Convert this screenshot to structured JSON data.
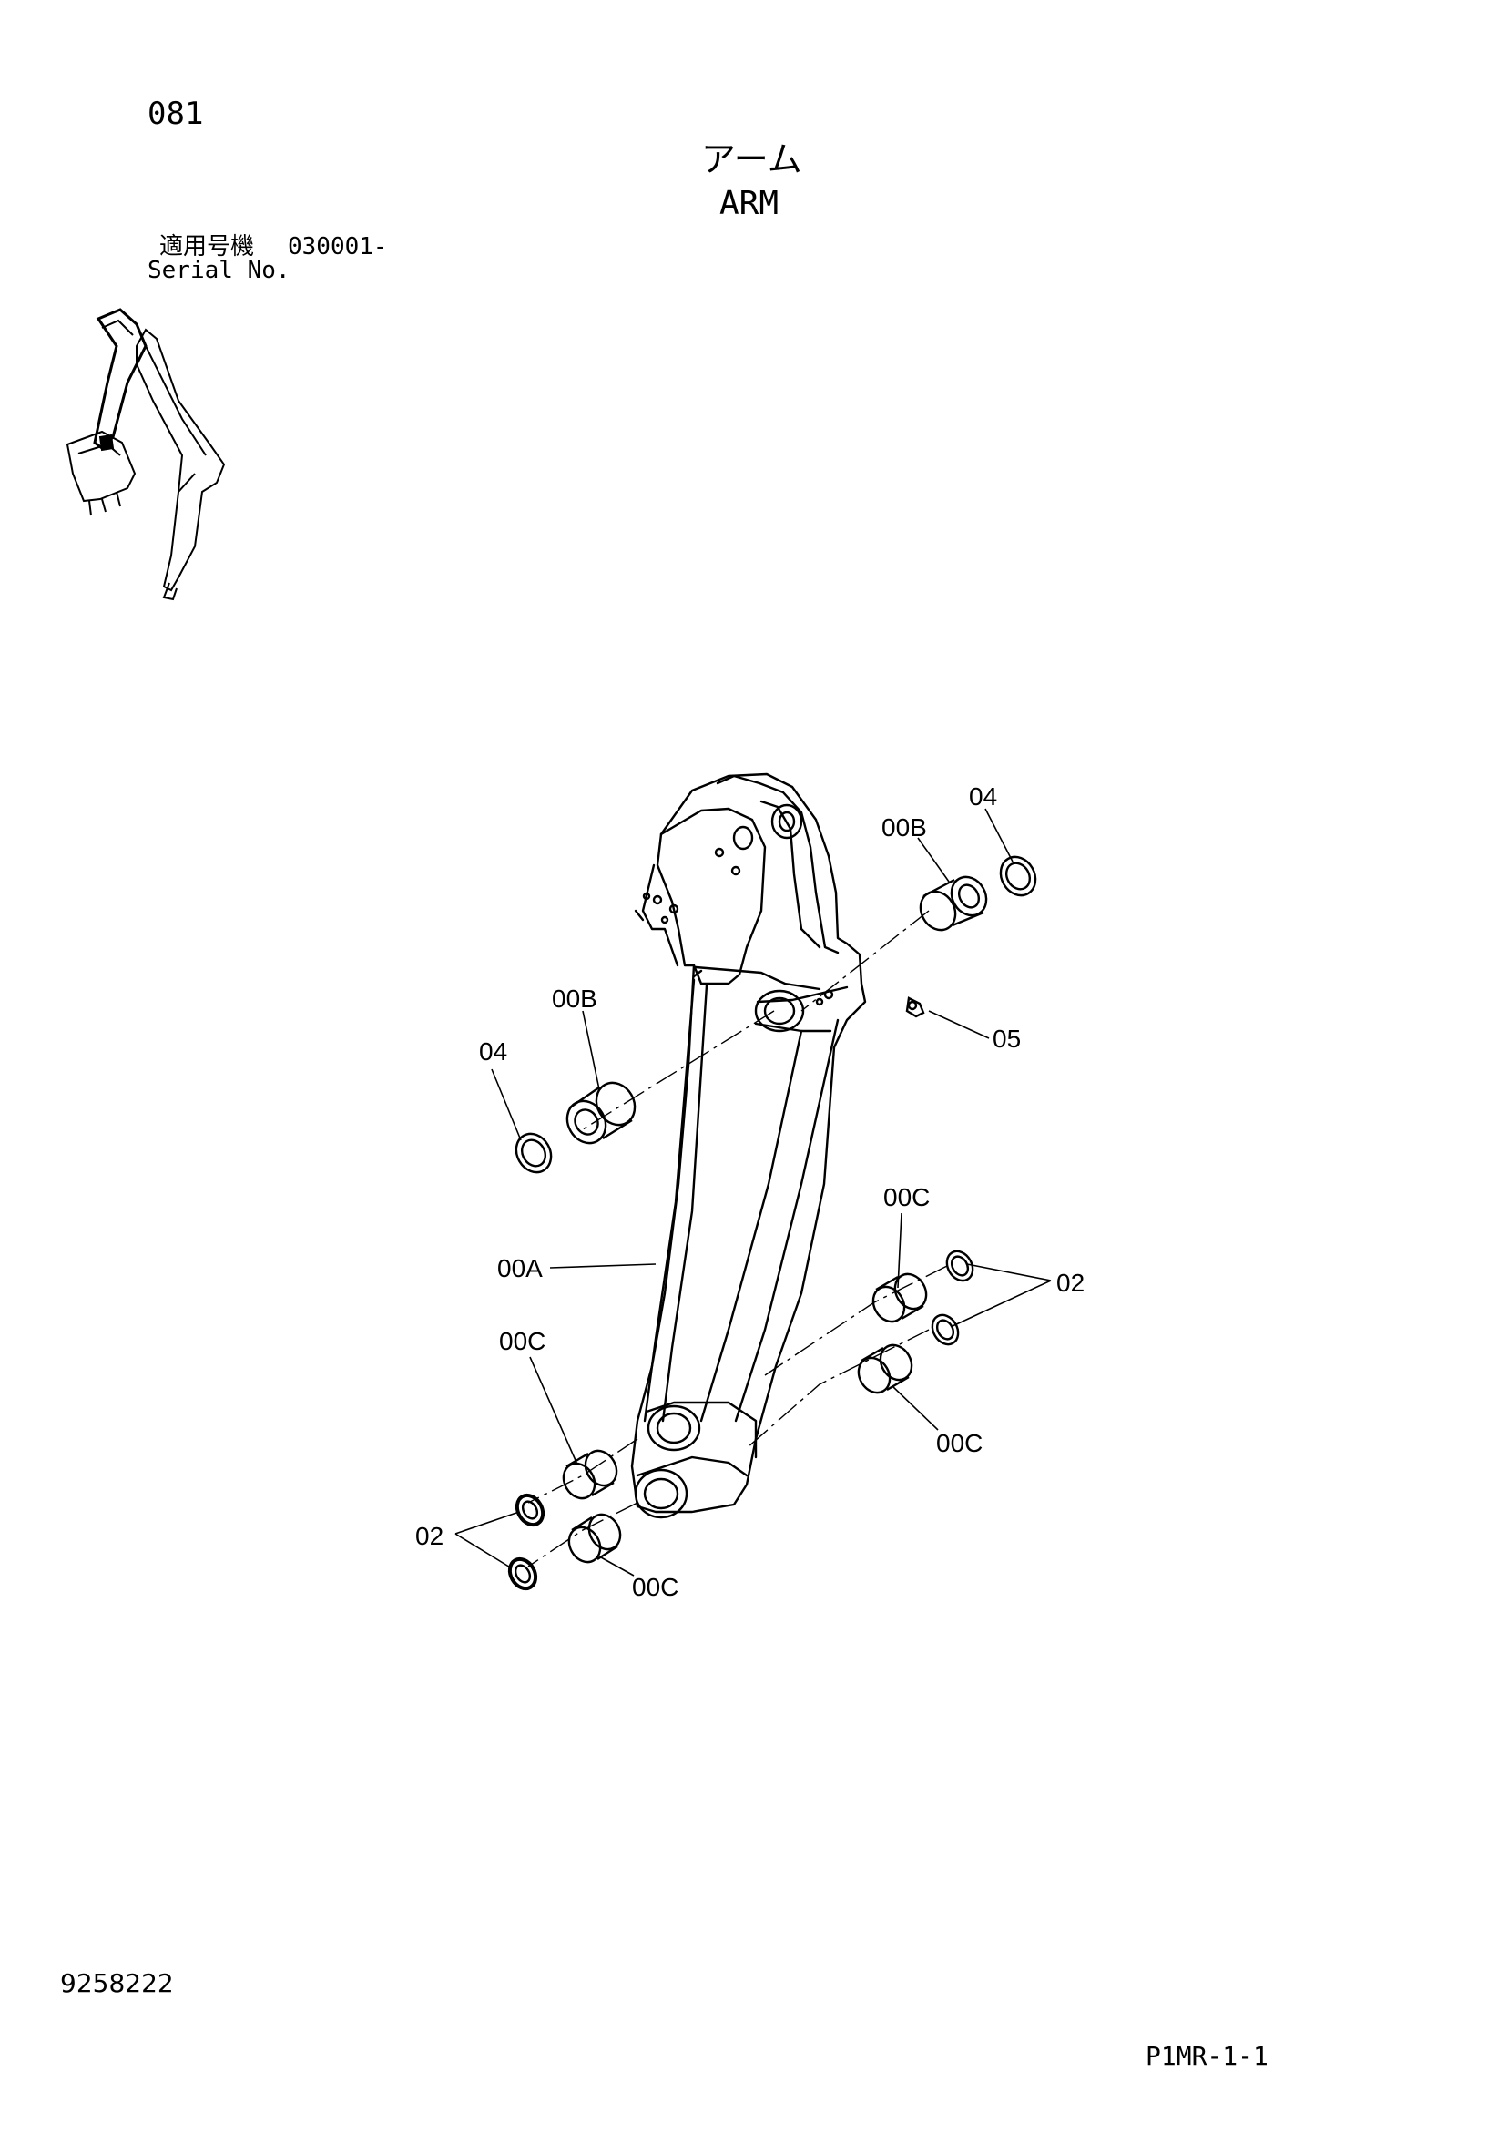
{
  "header": {
    "page_number": "081",
    "title_jp": "アーム",
    "title_en": "ARM",
    "serial_label_jp": "適用号機",
    "serial_range": "030001-",
    "serial_label_en": "Serial No."
  },
  "footer": {
    "document_number": "9258222",
    "page_code": "P1MR-1-1"
  },
  "callouts": {
    "c04_top": "04",
    "c00b_top": "00B",
    "c05": "05",
    "c00b_left": "00B",
    "c04_left": "04",
    "c00c_right_top": "00C",
    "c02_right": "02",
    "c00a": "00A",
    "c00c_left_top": "00C",
    "c00c_right_bottom": "00C",
    "c02_left": "02",
    "c00c_left_bottom": "00C"
  }
}
